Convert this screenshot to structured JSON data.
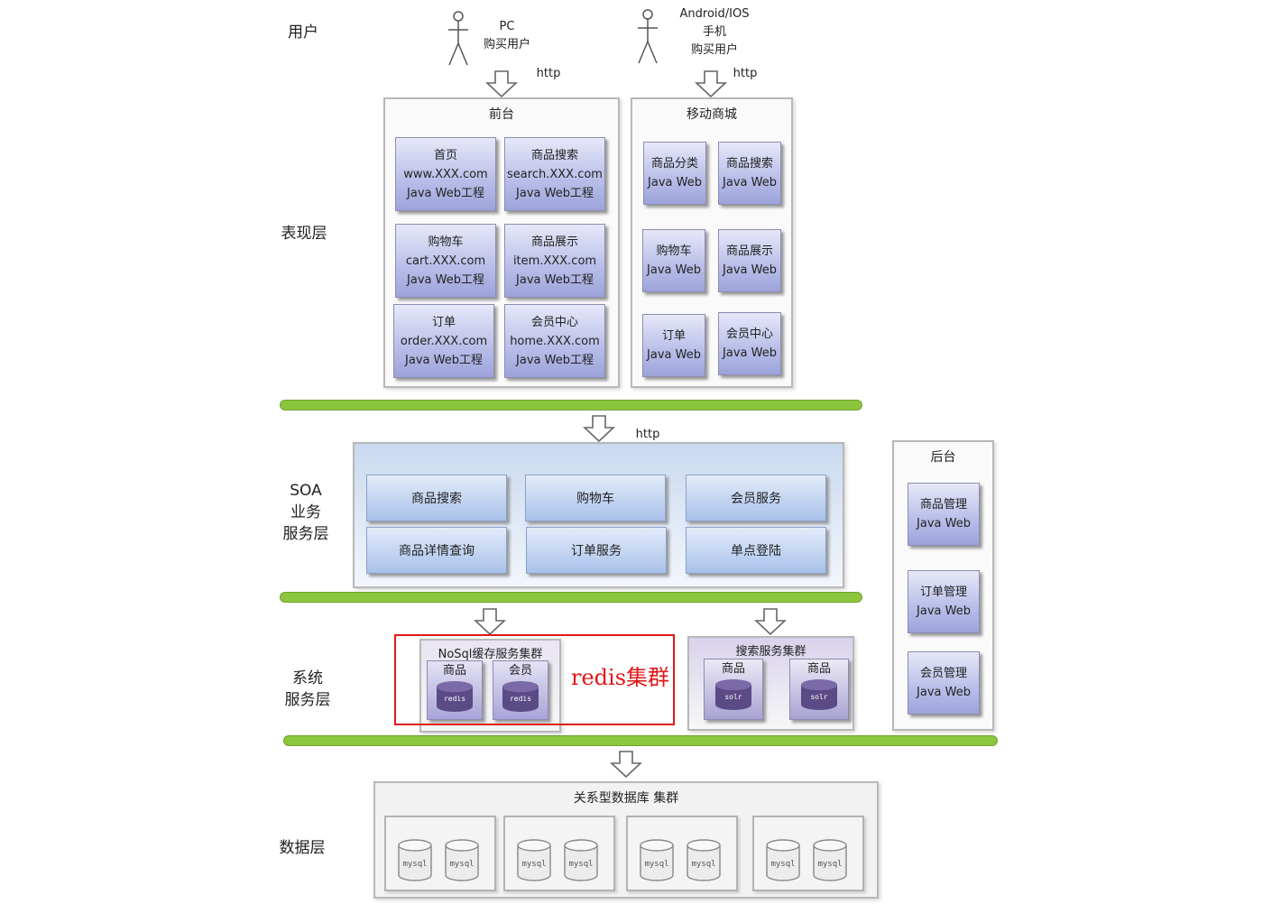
{
  "layers": {
    "user": "用户",
    "presentation": "表现层",
    "soa": [
      "SOA",
      "业务",
      "服务层"
    ],
    "system": [
      "系统",
      "服务层"
    ],
    "data": "数据层"
  },
  "actors": {
    "pc": [
      "PC",
      "购买用户"
    ],
    "mobile": [
      "Android/IOS",
      "手机",
      "购买用户"
    ]
  },
  "http": "http",
  "frontend": {
    "title": "前台",
    "nodes": [
      [
        "首页",
        "www.XXX.com",
        "Java Web工程"
      ],
      [
        "商品搜索",
        "search.XXX.com",
        "Java Web工程"
      ],
      [
        "购物车",
        "cart.XXX.com",
        "Java Web工程"
      ],
      [
        "商品展示",
        "item.XXX.com",
        "Java Web工程"
      ],
      [
        "订单",
        "order.XXX.com",
        "Java Web工程"
      ],
      [
        "会员中心",
        "home.XXX.com",
        "Java Web工程"
      ]
    ]
  },
  "mobile_mall": {
    "title": "移动商城",
    "nodes": [
      [
        "商品分类",
        "Java Web"
      ],
      [
        "商品搜索",
        "Java Web"
      ],
      [
        "购物车",
        "Java Web"
      ],
      [
        "商品展示",
        "Java Web"
      ],
      [
        "订单",
        "Java Web"
      ],
      [
        "会员中心",
        "Java Web"
      ]
    ]
  },
  "soa_services": [
    "商品搜索",
    "购物车",
    "会员服务",
    "商品详情查询",
    "订单服务",
    "单点登陆"
  ],
  "backend": {
    "title": "后台",
    "nodes": [
      [
        "商品管理",
        "Java Web"
      ],
      [
        "订单管理",
        "Java Web"
      ],
      [
        "会员管理",
        "Java Web"
      ]
    ]
  },
  "nosql": {
    "title": "NoSql缓存服务集群",
    "nodes": [
      {
        "label": "商品",
        "db": "redis"
      },
      {
        "label": "会员",
        "db": "redis"
      }
    ]
  },
  "annotation": {
    "text": "redis集群",
    "color": "#e01818"
  },
  "search_cluster": {
    "title": "搜索服务集群",
    "nodes": [
      {
        "label": "商品",
        "db": "solr"
      },
      {
        "label": "商品",
        "db": "solr"
      }
    ]
  },
  "rdb": {
    "title": "关系型数据库 集群",
    "db_label": "mysql"
  },
  "colors": {
    "bus": "#8cc63e",
    "node": "#b8bde8",
    "service": "#a8c1ea",
    "cylinder": "#5a4a86"
  }
}
